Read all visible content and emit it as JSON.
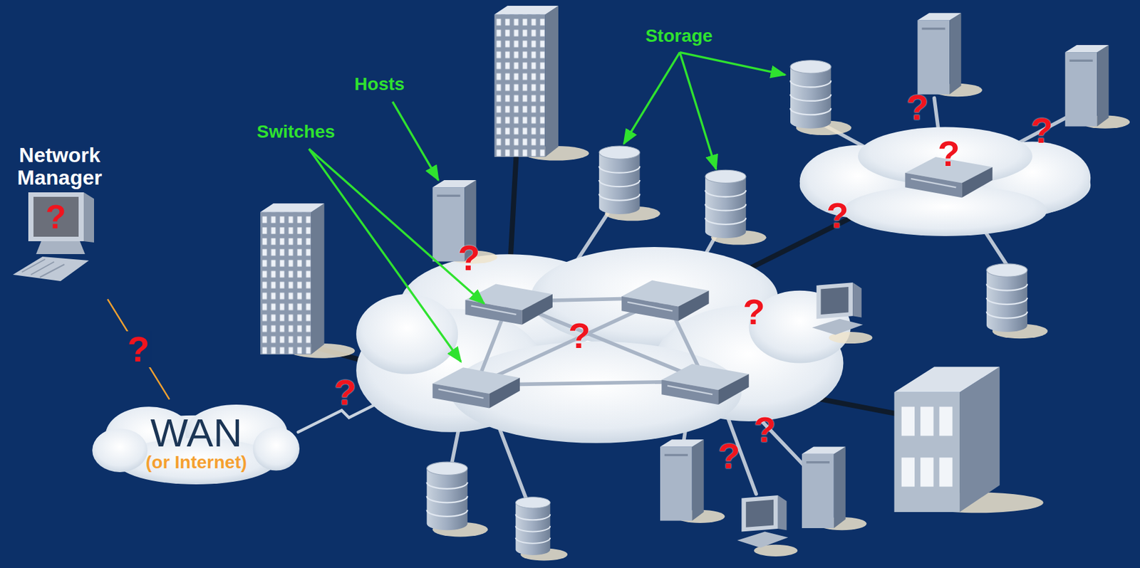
{
  "diagram": {
    "nodes": [
      {
        "text": [
          "Network Manager",
          "?"
        ]
      },
      {
        "text": [
          "WAN",
          "(or Internet)"
        ]
      }
    ],
    "edges": [
      {
        "from": 0,
        "to": 1,
        "arrow": "none",
        "label": "?"
      }
    ],
    "labels": [
      "Storage",
      "Hosts",
      "?",
      "?",
      "Switches",
      "?",
      "?",
      "?",
      "?",
      "?",
      "?",
      "?",
      "?"
    ]
  }
}
